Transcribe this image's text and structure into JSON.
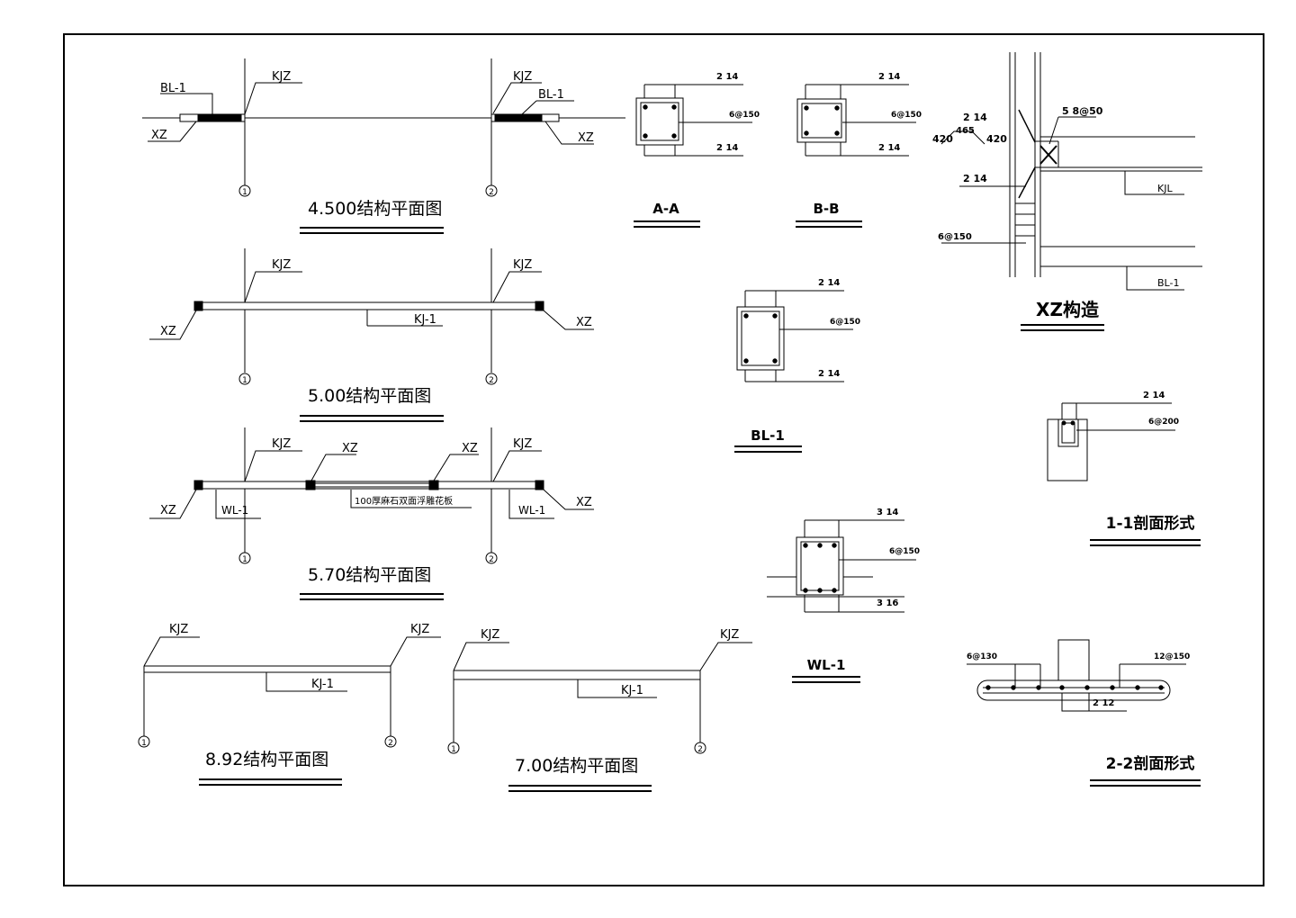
{
  "plans": {
    "p4500": {
      "title": "4.500结构平面图",
      "axis1": "1",
      "axis2": "2",
      "kjz_a": "KJZ",
      "kjz_b": "KJZ",
      "bl_a": "BL-1",
      "bl_b": "BL-1",
      "xz_a": "XZ",
      "xz_b": "XZ"
    },
    "p500": {
      "title": "5.00结构平面图",
      "axis1": "1",
      "axis2": "2",
      "kjz_a": "KJZ",
      "kjz_b": "KJZ",
      "kj": "KJ-1",
      "xz_a": "XZ",
      "xz_b": "XZ"
    },
    "p570": {
      "title": "5.70结构平面图",
      "axis1": "1",
      "axis2": "2",
      "kjz_a": "KJZ",
      "kjz_b": "KJZ",
      "xz_a": "XZ",
      "xz_b": "XZ",
      "xz_c": "XZ",
      "xz_d": "XZ",
      "wl_a": "WL-1",
      "wl_b": "WL-1",
      "slab_note": "100厚麻石双面浮雕花板"
    },
    "p892": {
      "title": "8.92结构平面图",
      "axis1": "1",
      "axis2": "2",
      "kjz_a": "KJZ",
      "kjz_b": "KJZ",
      "kj": "KJ-1"
    },
    "p700": {
      "title": "7.00结构平面图",
      "axis1": "1",
      "axis2": "2",
      "kjz_a": "KJZ",
      "kjz_b": "KJZ",
      "kj": "KJ-1"
    }
  },
  "sections": {
    "aa": {
      "title": "A-A",
      "top": "2  14",
      "stirrup": "6@150",
      "bottom": "2  14"
    },
    "bb": {
      "title": "B-B",
      "top": "2  14",
      "stirrup": "6@150",
      "bottom": "2  14"
    },
    "bl1": {
      "title": "BL-1",
      "top": "2  14",
      "stirrup": "6@150",
      "bottom": "2  14"
    },
    "wl1": {
      "title": "WL-1",
      "top": "3  14",
      "stirrup": "6@150",
      "bottom": "3  16"
    },
    "s11": {
      "title": "1-1剖面形式",
      "top": "2  14",
      "stirrup": "6@200"
    },
    "s22": {
      "title": "2-2剖面形式",
      "left": "6@130",
      "right": "12@150",
      "bottom": "2  12"
    },
    "xz": {
      "title": "XZ构造",
      "top_bar": "2  14",
      "mid_bar": "2  14",
      "dim_a": "420",
      "dim_b": "465",
      "dim_c": "420",
      "stirrup_top": "5  8@50",
      "stirrup_col": "6@150",
      "beam_a": "KJL",
      "beam_b": "BL-1"
    }
  }
}
